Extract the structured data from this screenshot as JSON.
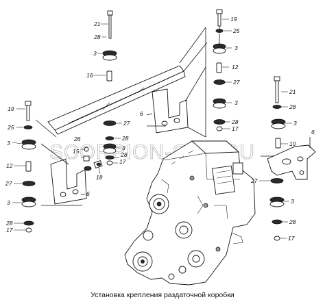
{
  "caption": "Установка крепления раздаточной коробки",
  "watermark": "SCORPION-CAR.RU",
  "callouts": {
    "c21a": "21",
    "c19a": "19",
    "c28a": "28",
    "c25a": "25",
    "c3a": "3",
    "c3b": "3",
    "c16": "16",
    "c12a": "12",
    "c27a": "27",
    "c6a": "6",
    "c3c": "3",
    "c27b": "27",
    "c28b": "28",
    "c17a": "17",
    "c19b": "19",
    "c25b": "25",
    "c26": "26",
    "c15": "15",
    "c3d": "3",
    "c28c": "28",
    "c17b": "17",
    "c12b": "12",
    "c18": "18",
    "c27c": "27",
    "c6b": "6",
    "c3e": "3",
    "c28d": "28",
    "c17c": "17",
    "c21b": "21",
    "c28e": "28",
    "c10": "10",
    "c27d": "27",
    "c3f": "3",
    "c6c": "6",
    "c17d": "17"
  }
}
